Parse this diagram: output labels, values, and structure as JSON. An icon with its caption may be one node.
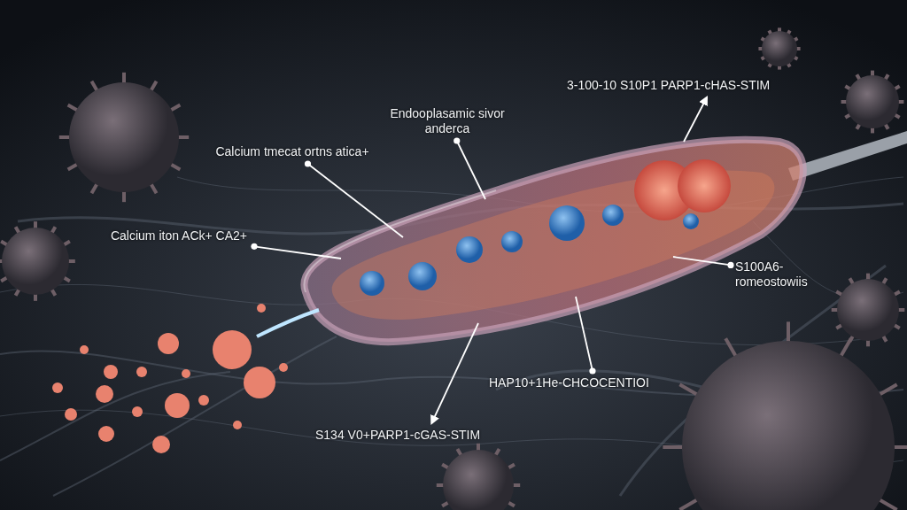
{
  "diagram": {
    "nodes": [
      {
        "text": [
          "Calcium tmecat ortns atica+"
        ]
      },
      {
        "text": [
          "Endooplasamic sivor anderca"
        ]
      },
      {
        "text": [
          "3-100-10 S10P1 PARP1-cHAS-STIM"
        ]
      },
      {
        "text": [
          "Calcium iton ACk+ CA2+"
        ]
      },
      {
        "text": [
          "S100A6- romeostowiis"
        ]
      },
      {
        "text": [
          "HAP10+1He-CHCOCENTIOI"
        ]
      },
      {
        "text": [
          "S134 V0+PARP1-cGAS-STIM"
        ]
      }
    ],
    "edges": [
      {
        "from": 0,
        "to": null,
        "arrow": "other"
      },
      {
        "from": 1,
        "to": null,
        "arrow": "other"
      },
      {
        "from": null,
        "to": 2,
        "arrow": "to"
      },
      {
        "from": 3,
        "to": null,
        "arrow": "other"
      },
      {
        "from": 4,
        "to": null,
        "arrow": "other"
      },
      {
        "from": 5,
        "to": null,
        "arrow": "other"
      },
      {
        "from": null,
        "to": 6,
        "arrow": "to"
      }
    ]
  }
}
